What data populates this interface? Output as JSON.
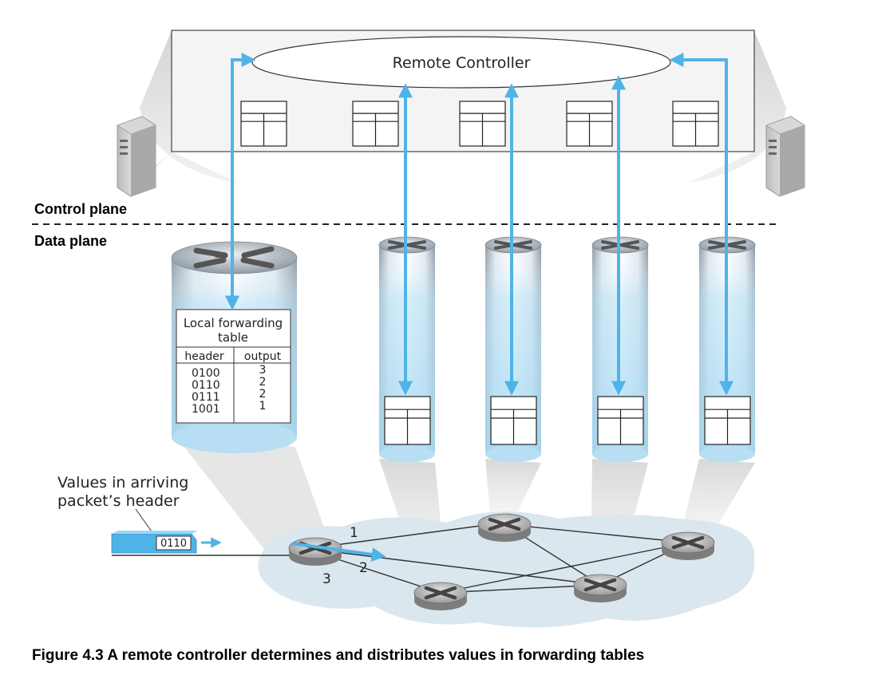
{
  "controller": {
    "label": "Remote Controller"
  },
  "planes": {
    "control": "Control plane",
    "data": "Data plane"
  },
  "forwarding_table": {
    "title_line1": "Local forwarding",
    "title_line2": "table",
    "col_header": "header",
    "col_output": "output",
    "rows": [
      {
        "header": "0100",
        "output": "3"
      },
      {
        "header": "0110",
        "output": "2"
      },
      {
        "header": "0111",
        "output": "2"
      },
      {
        "header": "1001",
        "output": "1"
      }
    ]
  },
  "packet": {
    "label_line1": "Values in arriving",
    "label_line2": "packet’s header",
    "value": "0110"
  },
  "ports": {
    "p1": "1",
    "p2": "2",
    "p3": "3"
  },
  "caption": "Figure 4.3 A remote controller determines and distributes values in forwarding tables",
  "colors": {
    "arrow": "#4fb3e8",
    "table_outline": "#000000",
    "cloud": "#dbe7ef",
    "router_gray": "#9a9a9a"
  },
  "icons": [
    "server-icon",
    "router-icon"
  ]
}
